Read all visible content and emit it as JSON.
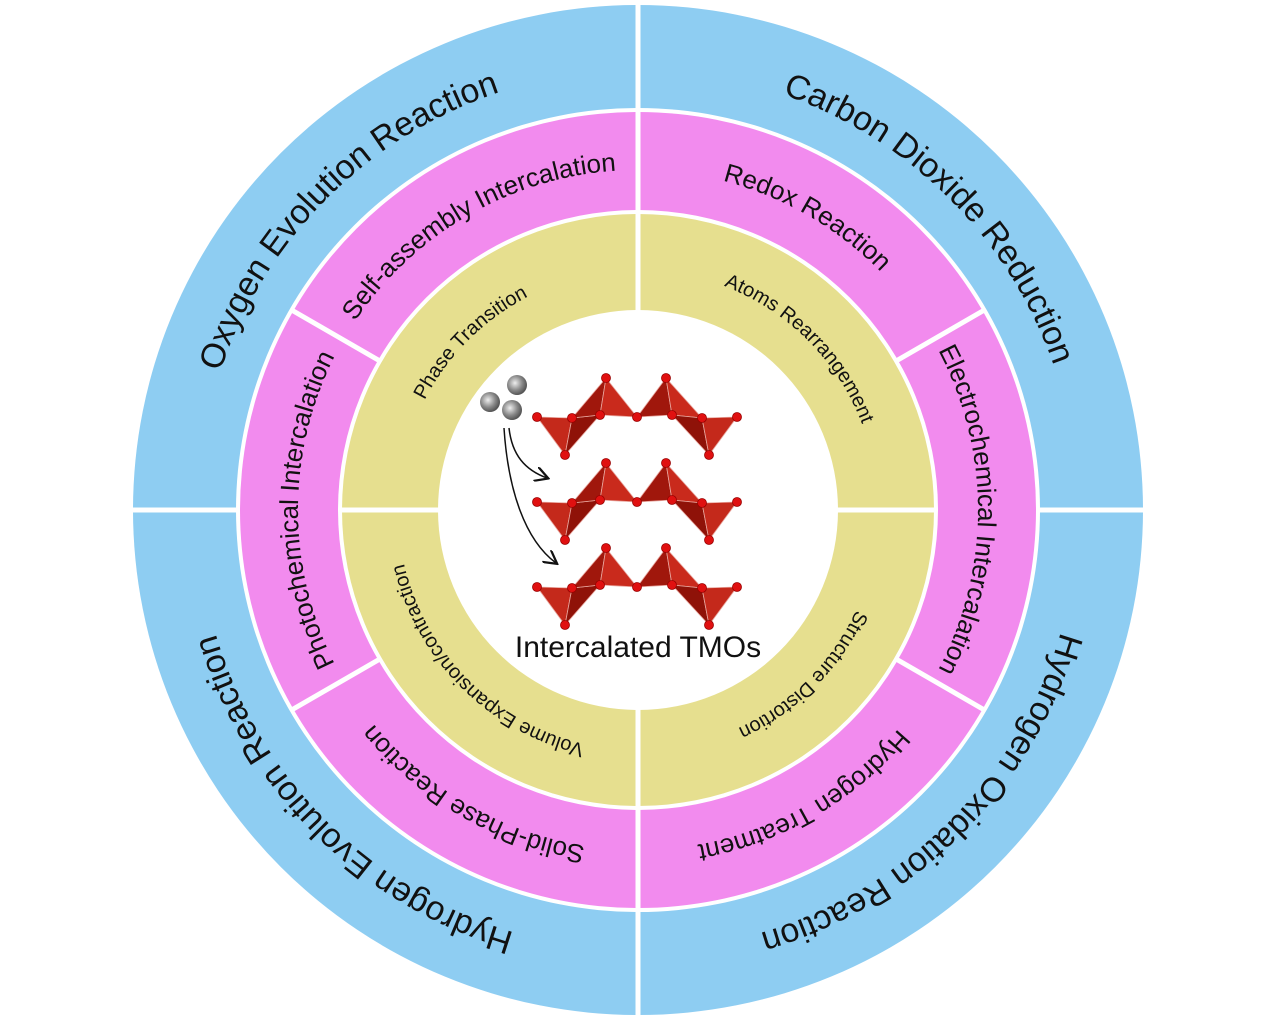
{
  "colors": {
    "outer": "#8ecdf2",
    "middle": "#f28bee",
    "inner": "#e6df8f",
    "octahedra": "#b01a10",
    "atoms": "#e01010",
    "spheres": "#8a8a8a"
  },
  "outer_ring": [
    {
      "label": "Oxygen Evolution Reaction",
      "angle": 135
    },
    {
      "label": "Carbon Dioxide Reduction",
      "angle": 45
    },
    {
      "label": "Hydrogen Oxidation Reaction",
      "angle": -45
    },
    {
      "label": "Hydrogen Evolution Reaction",
      "angle": 225
    }
  ],
  "middle_ring": [
    {
      "label": "Self-assembly Intercalation",
      "angle": 120
    },
    {
      "label": "Redox Reaction",
      "angle": 60
    },
    {
      "label": "Electrochemical Intercalation",
      "angle": 0
    },
    {
      "label": "Hydrogen Treatment",
      "angle": -60
    },
    {
      "label": "Solid-Phase Reaction",
      "angle": 240
    },
    {
      "label": "Photochemical Intercalation",
      "angle": 180
    }
  ],
  "inner_ring": [
    {
      "label": "Phase Transition",
      "angle": 135
    },
    {
      "label": "Atoms Rearrangement",
      "angle": 45
    },
    {
      "label": "Structure Distortion",
      "angle": -45
    },
    {
      "label": "Volume Expansion/contraction",
      "angle": 225
    }
  ],
  "center": {
    "label": "Intercalated TMOs"
  }
}
